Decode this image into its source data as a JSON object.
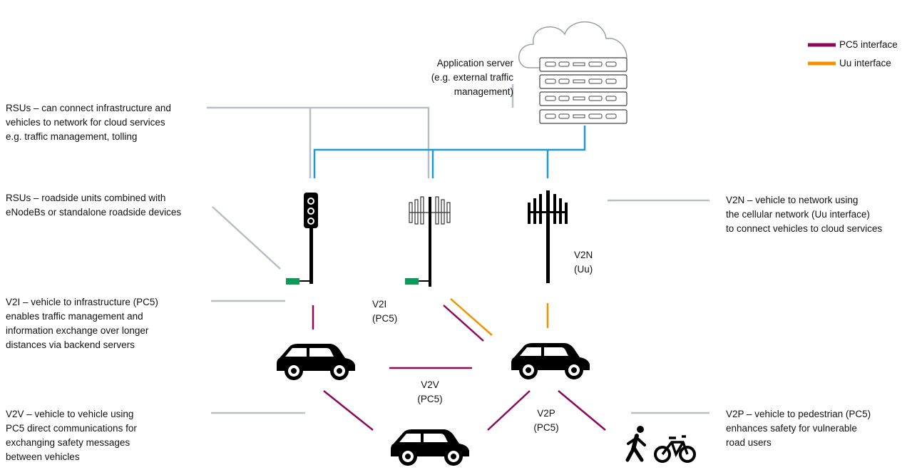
{
  "colors": {
    "pc5": "#8b0a5a",
    "uu": "#f39200",
    "backend": "#1a9bd7",
    "connector": "#b8bec4",
    "rsu": "#0b9a5a"
  },
  "legend": {
    "pc5": "PC5 interface",
    "uu": "Uu interface"
  },
  "server_label": "Application server\n(e.g. external traffic management)",
  "left": {
    "rsu_cloud": "RSUs – can connect infrastructure and\nvehicles to network for cloud services\ne.g. traffic management, tolling",
    "rsu_units": "RSUs – roadside units combined with\neNodeBs or standalone roadside devices",
    "v2i": "V2I – vehicle to infrastructure (PC5)\nenables traffic management and\ninformation exchange over longer\ndistances via backend servers",
    "v2v": "V2V – vehicle to vehicle using\nPC5 direct communications for\nexchanging safety messages\nbetween vehicles"
  },
  "right": {
    "v2n": "V2N – vehicle to network using\nthe cellular network (Uu interface)\nto connect vehicles to cloud services",
    "v2p": "V2P – vehicle to pedestrian (PC5)\nenhances safety for vulnerable\nroad users"
  },
  "links": {
    "v2i": "V2I\n(PC5)",
    "v2n": "V2N\n(Uu)",
    "v2v": "V2V\n(PC5)",
    "v2p": "V2P\n(PC5)"
  },
  "icons": [
    "cloud-icon",
    "server-icon",
    "traffic-light-icon",
    "antenna-icon",
    "cell-tower-icon",
    "car-icon",
    "pedestrian-icon",
    "bicycle-icon",
    "rsu-icon"
  ]
}
